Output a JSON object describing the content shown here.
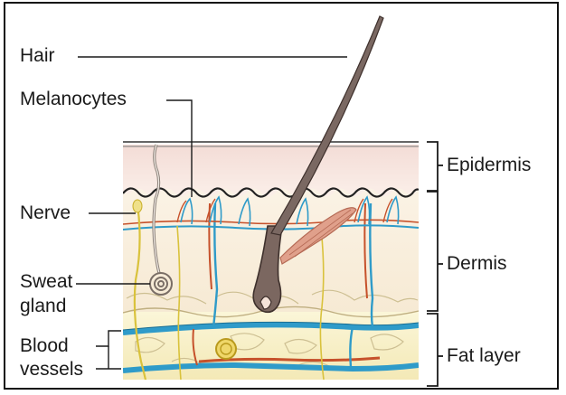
{
  "diagram": {
    "left_labels": {
      "hair": "Hair",
      "melanocytes": "Melanocytes",
      "nerve": "Nerve",
      "sweat_gland_line1": "Sweat",
      "sweat_gland_line2": "gland",
      "blood_vessels_line1": "Blood",
      "blood_vessels_line2": "vessels"
    },
    "right_labels": {
      "epidermis": "Epidermis",
      "dermis": "Dermis",
      "fat_layer": "Fat layer"
    }
  },
  "colors": {
    "epidermis": "#f6e6df",
    "dermis": "#f9eedc",
    "fat": "#f8f1c6",
    "vessel_blue": "#2f9bc9",
    "vessel_red": "#c6512b",
    "nerve_yellow": "#d9c23c",
    "hair_brown": "#6e5a54",
    "muscle": "#d98f79"
  }
}
